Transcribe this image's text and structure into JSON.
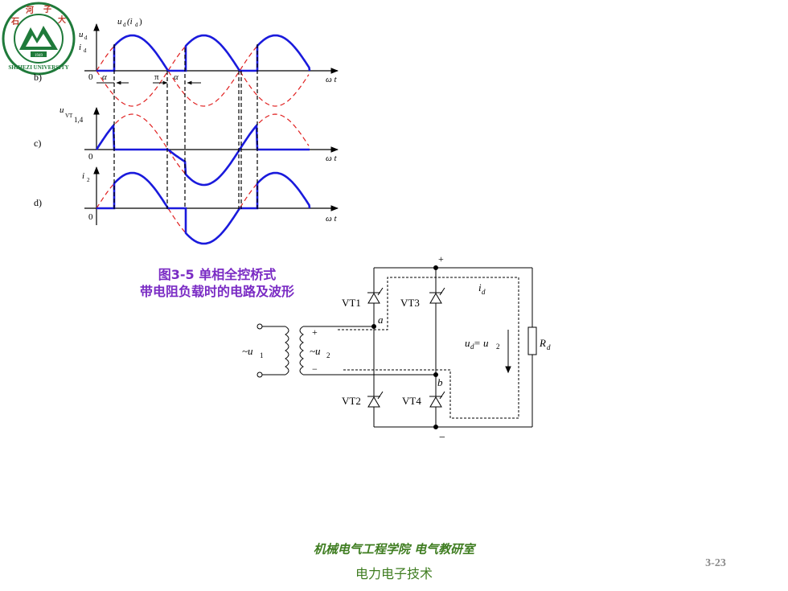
{
  "logo": {
    "name": "SHIHEZI UNIVERSITY",
    "year": "1949",
    "chinese": "石河子大学",
    "colors": {
      "green": "#1f7a3a",
      "red": "#c0392b"
    }
  },
  "waveforms": {
    "panel_b": {
      "label": "b)",
      "y_label_top": "u",
      "y_label_top_sub": "d",
      "y_label_bottom": "i",
      "y_label_bottom_sub": "d",
      "legend_u": "u",
      "legend_u_sub": "d",
      "legend_i_open": "(i",
      "legend_i_sub": "d",
      "legend_close": ")",
      "origin": "0",
      "alpha1": "α",
      "pi": "π",
      "alpha2": "α",
      "x_label": "ω t"
    },
    "panel_c": {
      "label": "c)",
      "y_label": "u",
      "y_label_sub": "VT",
      "y_label_sub2": "1,4",
      "origin": "0",
      "x_label": "ω t"
    },
    "panel_d": {
      "label": "d)",
      "y_label": "i",
      "y_label_sub": "2",
      "origin": "0",
      "x_label": "ω t"
    },
    "colors": {
      "solid": "#1a1adc",
      "dashed": "#e02020"
    }
  },
  "caption": {
    "line1": "图3-5  单相全控桥式",
    "line2": "带电阻负载时的电路及波形"
  },
  "circuit": {
    "plus_top": "+",
    "minus_bottom": "−",
    "vt1": "VT1",
    "vt2": "VT2",
    "vt3": "VT3",
    "vt4": "VT4",
    "node_a": "a",
    "node_b": "b",
    "id_label": "i",
    "id_sub": "d",
    "ud_label": "u",
    "ud_sub": "d",
    "ud_eq": " = u",
    "ud_eq_sub": "2",
    "rd_label": "R",
    "rd_sub": "d",
    "u1_label": "~u",
    "u1_sub": "1",
    "u2_label": "~u",
    "u2_sub": "2",
    "sec_plus": "+",
    "sec_minus": "−"
  },
  "footer": {
    "department": "机械电气工程学院 电气教研室",
    "course": "电力电子技术",
    "page": "3-23"
  }
}
